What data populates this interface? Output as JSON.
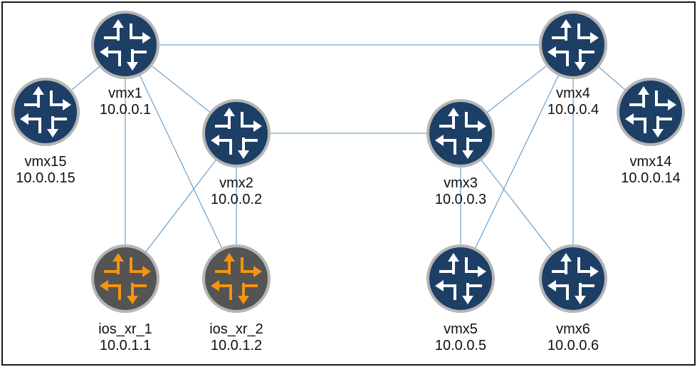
{
  "colors": {
    "juniper_fill": "#1d3f66",
    "juniper_arrow": "#ffffff",
    "cisco_fill": "#545454",
    "cisco_arrow": "#f5940f",
    "ring": "#b5b5b5",
    "link": "#4d8fc4"
  },
  "icon": "router-icon",
  "nodes": [
    {
      "id": "vmx1",
      "name": "vmx1",
      "ip": "10.0.0.1",
      "kind": "juniper"
    },
    {
      "id": "vmx15",
      "name": "vmx15",
      "ip": "10.0.0.15",
      "kind": "juniper"
    },
    {
      "id": "vmx2",
      "name": "vmx2",
      "ip": "10.0.0.2",
      "kind": "juniper"
    },
    {
      "id": "ios_xr_1",
      "name": "ios_xr_1",
      "ip": "10.0.1.1",
      "kind": "cisco"
    },
    {
      "id": "ios_xr_2",
      "name": "ios_xr_2",
      "ip": "10.0.1.2",
      "kind": "cisco"
    },
    {
      "id": "vmx4",
      "name": "vmx4",
      "ip": "10.0.0.4",
      "kind": "juniper"
    },
    {
      "id": "vmx14",
      "name": "vmx14",
      "ip": "10.0.0.14",
      "kind": "juniper"
    },
    {
      "id": "vmx3",
      "name": "vmx3",
      "ip": "10.0.0.3",
      "kind": "juniper"
    },
    {
      "id": "vmx5",
      "name": "vmx5",
      "ip": "10.0.0.5",
      "kind": "juniper"
    },
    {
      "id": "vmx6",
      "name": "vmx6",
      "ip": "10.0.0.6",
      "kind": "juniper"
    }
  ],
  "links": [
    [
      "vmx1",
      "vmx4"
    ],
    [
      "vmx1",
      "vmx15"
    ],
    [
      "vmx1",
      "vmx2"
    ],
    [
      "vmx1",
      "ios_xr_1"
    ],
    [
      "vmx1",
      "ios_xr_2"
    ],
    [
      "vmx2",
      "vmx3"
    ],
    [
      "vmx2",
      "ios_xr_1"
    ],
    [
      "vmx2",
      "ios_xr_2"
    ],
    [
      "vmx4",
      "vmx3"
    ],
    [
      "vmx4",
      "vmx14"
    ],
    [
      "vmx4",
      "vmx5"
    ],
    [
      "vmx4",
      "vmx6"
    ],
    [
      "vmx3",
      "vmx5"
    ],
    [
      "vmx3",
      "vmx6"
    ]
  ]
}
